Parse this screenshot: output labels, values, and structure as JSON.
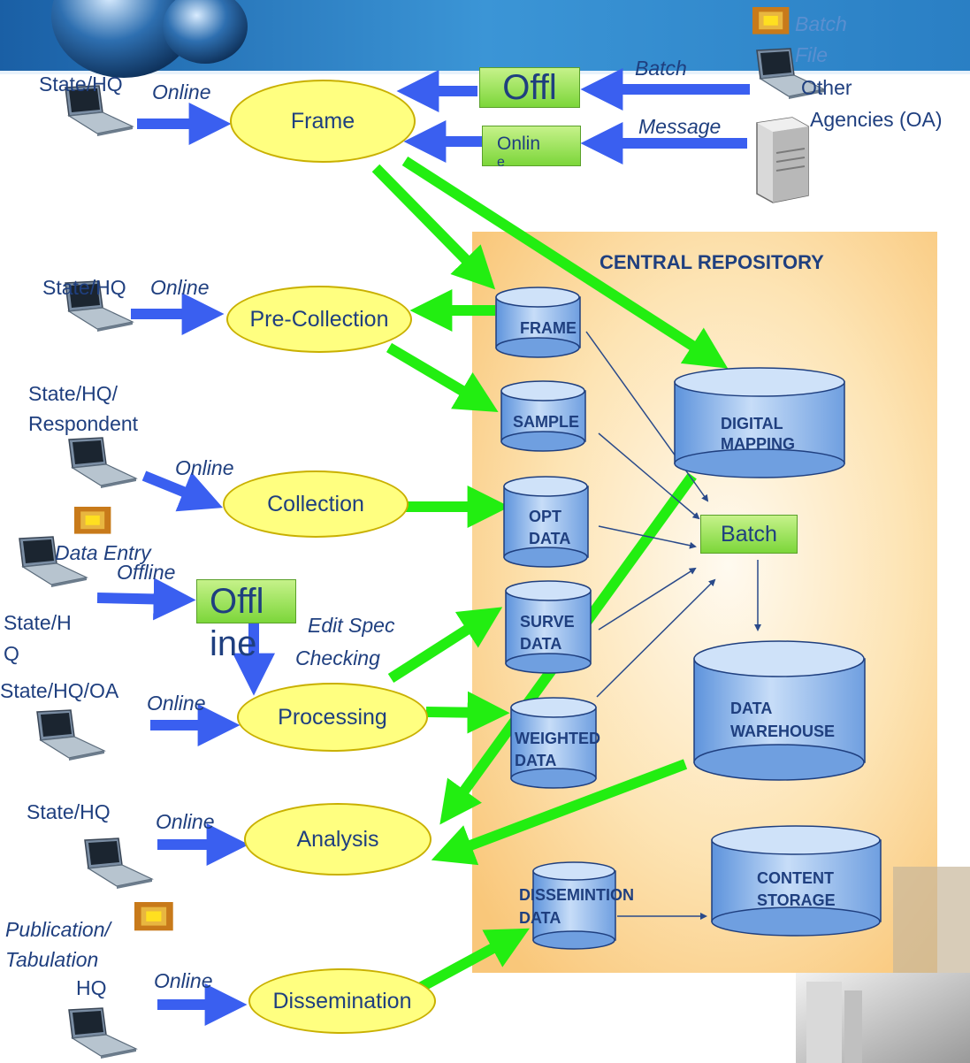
{
  "repository": {
    "title": "CENTRAL REPOSITORY"
  },
  "processes": {
    "frame": "Frame",
    "pre_collection": "Pre-Collection",
    "collection": "Collection",
    "processing": "Processing",
    "analysis": "Analysis",
    "dissemination": "Dissemination"
  },
  "users": {
    "frame": "State/HQ",
    "pre_collection": "State/HQ",
    "collection_line1": "State/HQ/",
    "collection_line2": "Respondent",
    "data_entry_line1": "State/H",
    "data_entry_line2": "Q",
    "processing": "State/HQ/OA",
    "analysis": "State/HQ",
    "dissemination": "HQ",
    "other_agencies_line1": "Other",
    "other_agencies_line2": "Agencies (OA)"
  },
  "flow_labels": {
    "online_frame": "Online",
    "online_pre_collection": "Online",
    "online_collection": "Online",
    "offline_data_entry": "Offline",
    "online_processing": "Online",
    "online_analysis": "Online",
    "online_dissemination": "Online",
    "batch": "Batch",
    "message": "Message",
    "batch_file_line1": "Batch",
    "batch_file_line2": "File",
    "data_entry": "Data Entry",
    "edit_spec_line1": "Edit Spec",
    "edit_spec_line2": "Checking",
    "publication_line1": "Publication/",
    "publication_line2": "Tabulation"
  },
  "boxes": {
    "offline_top": "Offl",
    "online_top_line1": "Onlin",
    "online_top_line2": "e",
    "offline_mid_line1": "Offl",
    "offline_mid_line2": "ine",
    "batch": "Batch"
  },
  "stores": {
    "frame": "FRAME",
    "sample": "SAMPLE",
    "opt_line1": "OPT",
    "opt_line2": "DATA",
    "survey_line1": "SURVE",
    "survey_line2": "DATA",
    "weighted_line1": "WEIGHTED",
    "weighted_line2": "DATA",
    "digital_line1": "DIGITAL",
    "digital_line2": "MAPPING",
    "warehouse_line1": "DATA",
    "warehouse_line2": "WAREHOUSE",
    "dissemination_line1": "DISSEMINTION",
    "dissemination_line2": "DATA",
    "content_line1": "CONTENT",
    "content_line2": "STORAGE"
  },
  "colors": {
    "header": "#2a7fc4",
    "repository": "#fbd08a",
    "process_fill": "#ffff80",
    "store_fill": "#8ab8f0",
    "green_arrow": "#22ee11",
    "blue_arrow": "#3a5ff0",
    "text": "#1f3f7f"
  }
}
